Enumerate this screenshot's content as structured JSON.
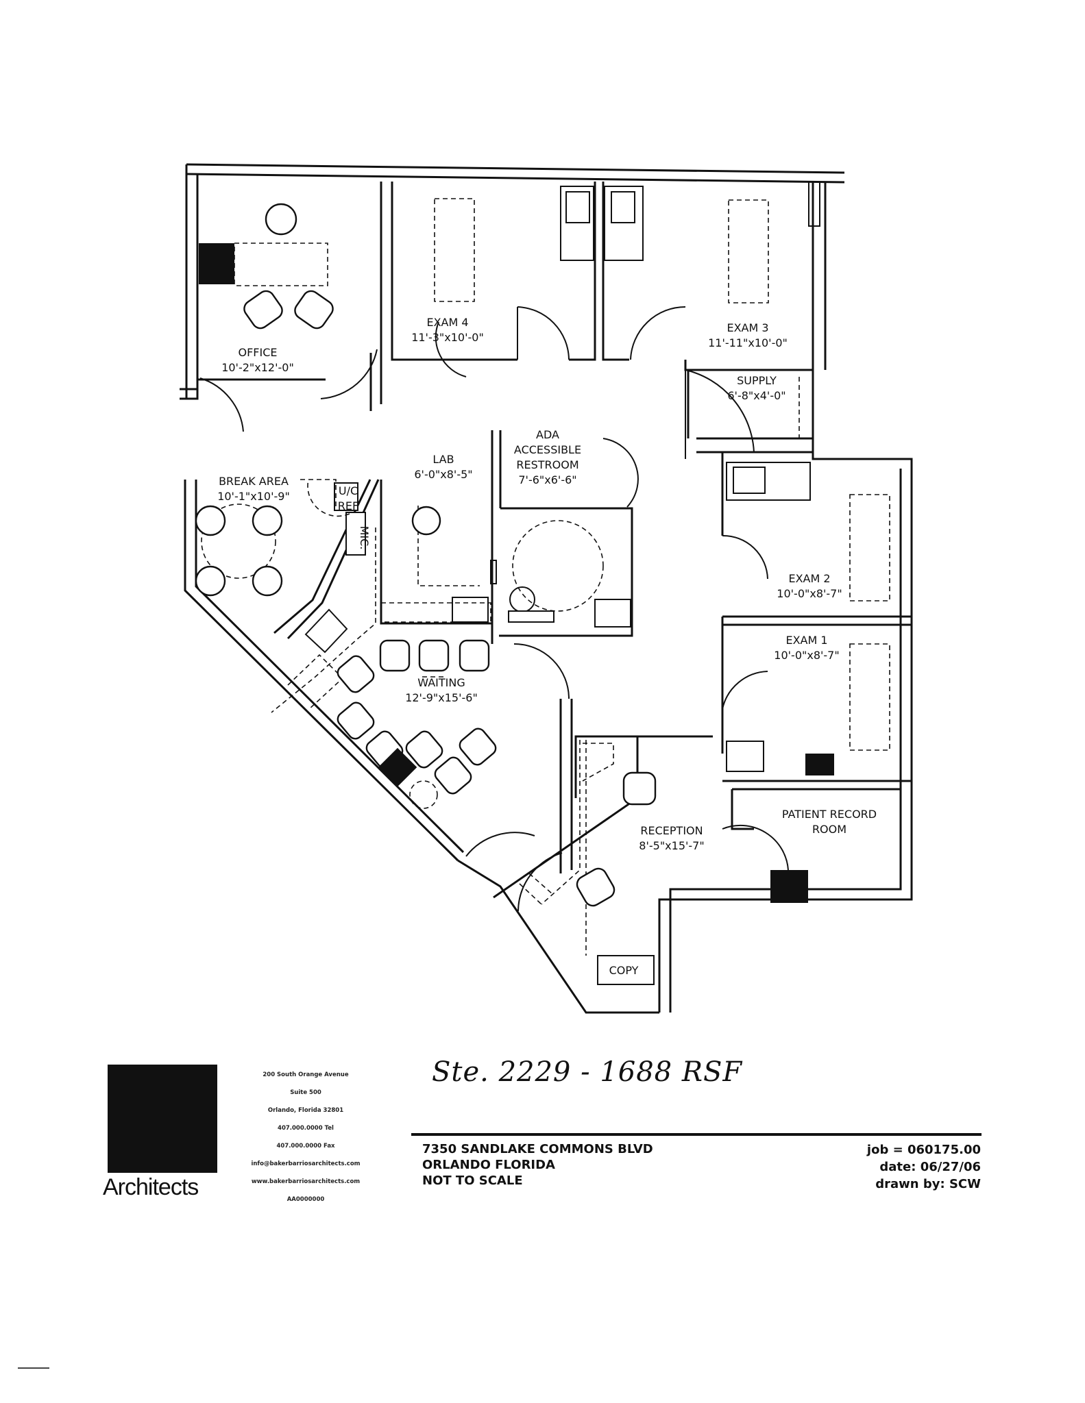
{
  "rooms": {
    "office": {
      "name": "OFFICE",
      "size": "10'-2\"x12'-0\""
    },
    "exam4": {
      "name": "EXAM 4",
      "size": "11'-3\"x10'-0\""
    },
    "exam3": {
      "name": "EXAM 3",
      "size": "11'-11\"x10'-0\""
    },
    "supply": {
      "name": "SUPPLY",
      "size": "6'-8\"x4'-0\""
    },
    "ada": {
      "line1": "ADA",
      "line2": "ACCESSIBLE",
      "line3": "RESTROOM",
      "size": "7'-6\"x6'-6\""
    },
    "lab": {
      "name": "LAB",
      "size": "6'-0\"x8'-5\""
    },
    "break": {
      "name": "BREAK AREA",
      "size": "10'-1\"x10'-9\""
    },
    "uc_ref": {
      "line1": "U/C",
      "line2": "REF"
    },
    "mic": {
      "name": "MIC."
    },
    "exam2": {
      "name": "EXAM 2",
      "size": "10'-0\"x8'-7\""
    },
    "exam1": {
      "name": "EXAM 1",
      "size": "10'-0\"x8'-7\""
    },
    "waiting": {
      "name": "WAITING",
      "size": "12'-9\"x15'-6\""
    },
    "reception": {
      "name": "RECEPTION",
      "size": "8'-5\"x15'-7\""
    },
    "patient_record": {
      "line1": "PATIENT RECORD",
      "line2": "ROOM"
    },
    "copy": {
      "name": "COPY"
    }
  },
  "title_block": {
    "firm": "Architects",
    "address_lines": [
      "200 South Orange Avenue",
      "Suite 500",
      "Orlando, Florida 32801",
      "407.000.0000 Tel",
      "407.000.0000 Fax",
      "info@bakerbarriosarchitects.com",
      "www.bakerbarriosarchitects.com",
      "AA0000000"
    ],
    "handwritten_note": "Ste. 2229 - 1688 RSF",
    "project_lines": [
      "7350 SANDLAKE COMMONS BLVD",
      "ORLANDO FLORIDA",
      "NOT TO SCALE"
    ],
    "job": "job = 060175.00",
    "date": "date: 06/27/06",
    "drawn_by": "drawn by: SCW"
  }
}
